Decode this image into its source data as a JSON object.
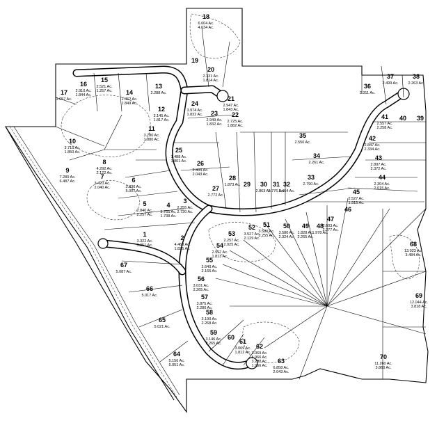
{
  "lots": [
    {
      "n": "18",
      "a": [
        "6.604 Ac.",
        "4.634 Ac."
      ]
    },
    {
      "n": "19",
      "a": []
    },
    {
      "n": "20",
      "a": [
        "2.331 Ac.",
        "1.814 Ac."
      ]
    },
    {
      "n": "21",
      "a": [
        "2.947 Ac.",
        "1.843 Ac."
      ]
    },
    {
      "n": "15",
      "a": [
        "2.521 Ac.",
        "1.257 Ac."
      ]
    },
    {
      "n": "16",
      "a": [
        "2.910 Ac.",
        "1.844 Ac."
      ]
    },
    {
      "n": "17",
      "a": [
        "1.657 Ac."
      ]
    },
    {
      "n": "13",
      "a": [
        "2.288 Ac."
      ]
    },
    {
      "n": "14",
      "a": [
        "2.462 Ac.",
        "1.849 Ac."
      ]
    },
    {
      "n": "12",
      "a": [
        "3.145 Ac.",
        "1.817 Ac."
      ]
    },
    {
      "n": "11",
      "a": [
        "3.780 Ac.",
        "1.880 Ac."
      ]
    },
    {
      "n": "10",
      "a": [
        "3.715 Ac.",
        "1.850 Ac."
      ]
    },
    {
      "n": "9",
      "a": [
        "7.280 Ac.",
        "6.487 Ac."
      ]
    },
    {
      "n": "8",
      "a": [
        "4.292 Ac.",
        "2.122 Ac."
      ]
    },
    {
      "n": "7",
      "a": [
        "3.420 Ac.",
        "2.040 Ac."
      ]
    },
    {
      "n": "6",
      "a": [
        "3.830 Ac.",
        "5.007 Ac."
      ]
    },
    {
      "n": "5",
      "a": [
        "2.840 Ac.",
        "2.257 Ac."
      ]
    },
    {
      "n": "4",
      "a": [
        "2.755 Ac.",
        "1.738 Ac."
      ]
    },
    {
      "n": "3",
      "a": [
        "2.255 Ac.",
        "2.720 Ac."
      ]
    },
    {
      "n": "2",
      "a": [
        "4.468 Ac.",
        "1.825 Ac."
      ]
    },
    {
      "n": "1",
      "a": [
        "3.322 Ac.",
        "3.051 Ac."
      ]
    },
    {
      "n": "22",
      "a": [
        "2.725 Ac.",
        "1.882 Ac."
      ]
    },
    {
      "n": "23",
      "a": [
        "2.949 Ac.",
        "1.832 Ac."
      ]
    },
    {
      "n": "24",
      "a": [
        "3.974 Ac.",
        "1.832 Ac."
      ]
    },
    {
      "n": "25",
      "a": [
        "1.488 Ac.",
        "1.801 Ac."
      ]
    },
    {
      "n": "26",
      "a": [
        "2.303 Ac.",
        "2.043 Ac."
      ]
    },
    {
      "n": "27",
      "a": [
        "2.772 Ac."
      ]
    },
    {
      "n": "28",
      "a": [
        "1.873 Ac."
      ]
    },
    {
      "n": "29",
      "a": []
    },
    {
      "n": "30",
      "a": [
        "2.863 Ac."
      ]
    },
    {
      "n": "31",
      "a": [
        "2.776 Ac."
      ]
    },
    {
      "n": "32",
      "a": [
        "2.464 Ac."
      ]
    },
    {
      "n": "33",
      "a": [
        "2.790 Ac."
      ]
    },
    {
      "n": "34",
      "a": [
        "2.261 Ac."
      ]
    },
    {
      "n": "35",
      "a": [
        "2.550 Ac."
      ]
    },
    {
      "n": "36",
      "a": [
        "2.311 Ac."
      ]
    },
    {
      "n": "37",
      "a": [
        "2.499 Ac."
      ]
    },
    {
      "n": "38",
      "a": [
        "2.263 Ac."
      ]
    },
    {
      "n": "39",
      "a": []
    },
    {
      "n": "40",
      "a": []
    },
    {
      "n": "41",
      "a": [
        "2.557 Ac.",
        "2.258 Ac."
      ]
    },
    {
      "n": "42",
      "a": [
        "2.847 Ac.",
        "2.334 Ac."
      ]
    },
    {
      "n": "43",
      "a": [
        "2.897 Ac.",
        "2.372 Ac."
      ]
    },
    {
      "n": "44",
      "a": [
        "2.304 Ac.",
        "2.015 Ac."
      ]
    },
    {
      "n": "45",
      "a": [
        "2.527 Ac.",
        "1.915 Ac."
      ]
    },
    {
      "n": "46",
      "a": []
    },
    {
      "n": "47",
      "a": [
        "2.603 Ac.",
        "2.277 Ac."
      ]
    },
    {
      "n": "48",
      "a": [
        "1.978 Ac."
      ]
    },
    {
      "n": "49",
      "a": [
        "1.828 Ac.",
        "2.265 Ac."
      ]
    },
    {
      "n": "50",
      "a": [
        "3.580 Ac.",
        "2.324 Ac."
      ]
    },
    {
      "n": "51",
      "a": [
        "3.580 Ac.",
        "2.255 Ac."
      ]
    },
    {
      "n": "52",
      "a": [
        "3.527 Ac.",
        "2.129 Ac."
      ]
    },
    {
      "n": "53",
      "a": [
        "2.257 Ac.",
        "2.025 Ac."
      ]
    },
    {
      "n": "54",
      "a": [
        "2.997 Ac.",
        "1.813 Ac."
      ]
    },
    {
      "n": "55",
      "a": [
        "2.640 Ac.",
        "2.165 Ac."
      ]
    },
    {
      "n": "56",
      "a": [
        "3.031 Ac.",
        "2.265 Ac."
      ]
    },
    {
      "n": "57",
      "a": [
        "3.875 Ac.",
        "2.280 Ac."
      ]
    },
    {
      "n": "58",
      "a": [
        "3.190 Ac.",
        "2.268 Ac."
      ]
    },
    {
      "n": "59",
      "a": [
        "3.146 Ac.",
        "2.265 Ac."
      ]
    },
    {
      "n": "60",
      "a": []
    },
    {
      "n": "61",
      "a": [
        "3.069 Ac.",
        "1.812 Ac."
      ]
    },
    {
      "n": "62",
      "a": [
        "3.069 Ac.",
        "1.966 Ac.",
        "3.232 Ac.",
        "1.956 Ac."
      ]
    },
    {
      "n": "63",
      "a": [
        "6.858 Ac.",
        "2.043 Ac."
      ]
    },
    {
      "n": "64",
      "a": [
        "5.156 Ac.",
        "5.051 Ac."
      ]
    },
    {
      "n": "65",
      "a": [
        "5.021 Ac."
      ]
    },
    {
      "n": "66",
      "a": [
        "5.017 Ac."
      ]
    },
    {
      "n": "67",
      "a": [
        "5.087 Ac."
      ]
    },
    {
      "n": "68",
      "a": [
        "13.023 Ac.",
        "3.484 Ac."
      ]
    },
    {
      "n": "69",
      "a": [
        "12.044 Ac.",
        "3.818 Ac."
      ]
    },
    {
      "n": "70",
      "a": [
        "11.260 Ac.",
        "3.860 Ac."
      ]
    }
  ]
}
